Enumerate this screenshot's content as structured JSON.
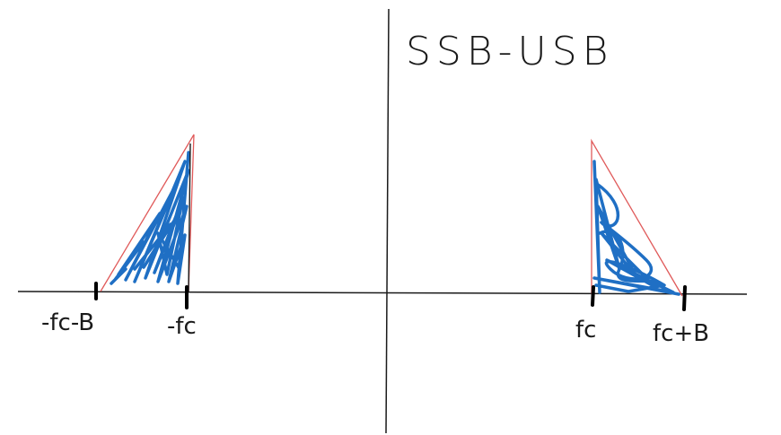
{
  "diagram": {
    "title": "SSB-USB",
    "tick_labels": {
      "neg_fc_minus_b": "-fc-B",
      "neg_fc": "-fc",
      "fc": "fc",
      "fc_plus_b": "fc+B"
    },
    "colors": {
      "axis": "#1a1a1a",
      "triangle_outline": "#e05a5a",
      "scribble_fill": "#1f6fc4",
      "tick": "#000000"
    }
  }
}
